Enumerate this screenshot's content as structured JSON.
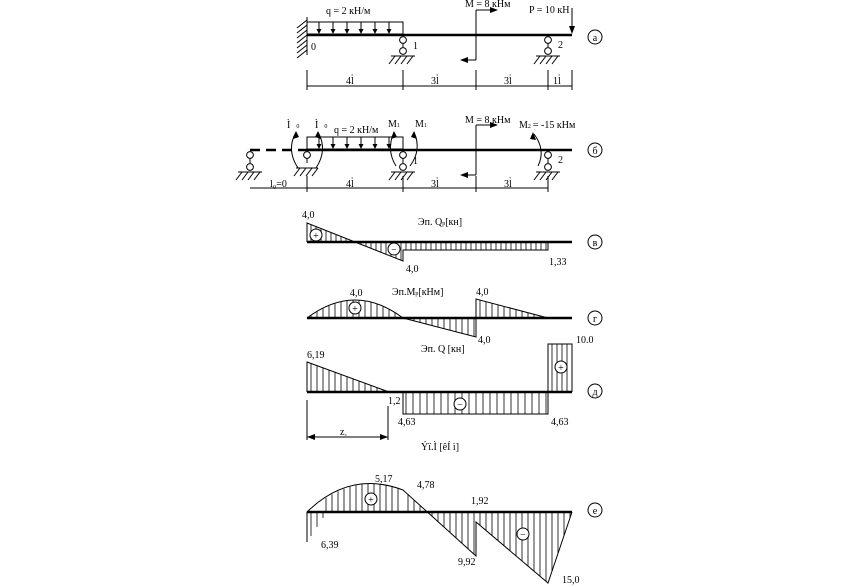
{
  "panels": {
    "a": {
      "tag": "а",
      "q_label": "q = 2 кН/м",
      "M_label": "M = 8 кНм",
      "P_label": "P = 10 кН",
      "node0": "0",
      "node1": "1",
      "node2": "2",
      "spans": [
        "4l̇",
        "3l̇",
        "3l̇",
        "1l̇"
      ]
    },
    "b": {
      "tag": "б",
      "X0a": "Ì",
      "X0a_sub": "0",
      "X0b": "Ì",
      "X0b_sub": "0",
      "q_label": "q = 2 кН/м",
      "M1a": "M",
      "M1a_sub": "1",
      "M1b": "M",
      "M1b_sub": "1",
      "M_label": "M = 8 кНм",
      "M2_label": "M",
      "M2_sub": "2",
      "M2_value": "= -15 кНм",
      "node1": "1",
      "node2": "2",
      "spans": [
        "l₀=0",
        "4l̇",
        "3l̇",
        "3l̇"
      ]
    },
    "v": {
      "tag": "в",
      "title": "Эп. Q",
      "title_sub": "р",
      "title_unit": "[кн]",
      "val_top": "4,0",
      "val_bot": "4,0",
      "val_right": "1,33",
      "sign_pos": "+",
      "sign_neg": "−"
    },
    "g": {
      "tag": "г",
      "title": "Эп.M",
      "title_sub": "р",
      "title_unit": "[кНм]",
      "val_peak": "4,0",
      "val_right_top": "4,0",
      "val_bot": "4,0",
      "sign_pos": "+"
    },
    "d": {
      "tag": "д",
      "title": "Эп. Q [кн]",
      "val_left": "6,19",
      "val_cross": "1,2",
      "val_bot_left": "4,63",
      "val_bot_right": "4,63",
      "val_right": "10.0",
      "dim_label": "z",
      "dim_sub": "₀",
      "note": "Ýï.Ì [êÍ ì]",
      "sign_pos": "+",
      "sign_neg": "−"
    },
    "e": {
      "tag": "е",
      "val_peak": "5,17",
      "val_478": "4,78",
      "val_192": "1,92",
      "val_639": "6,39",
      "val_992": "9,92",
      "val_150": "15,0",
      "sign_pos": "+",
      "sign_neg": "−"
    }
  }
}
